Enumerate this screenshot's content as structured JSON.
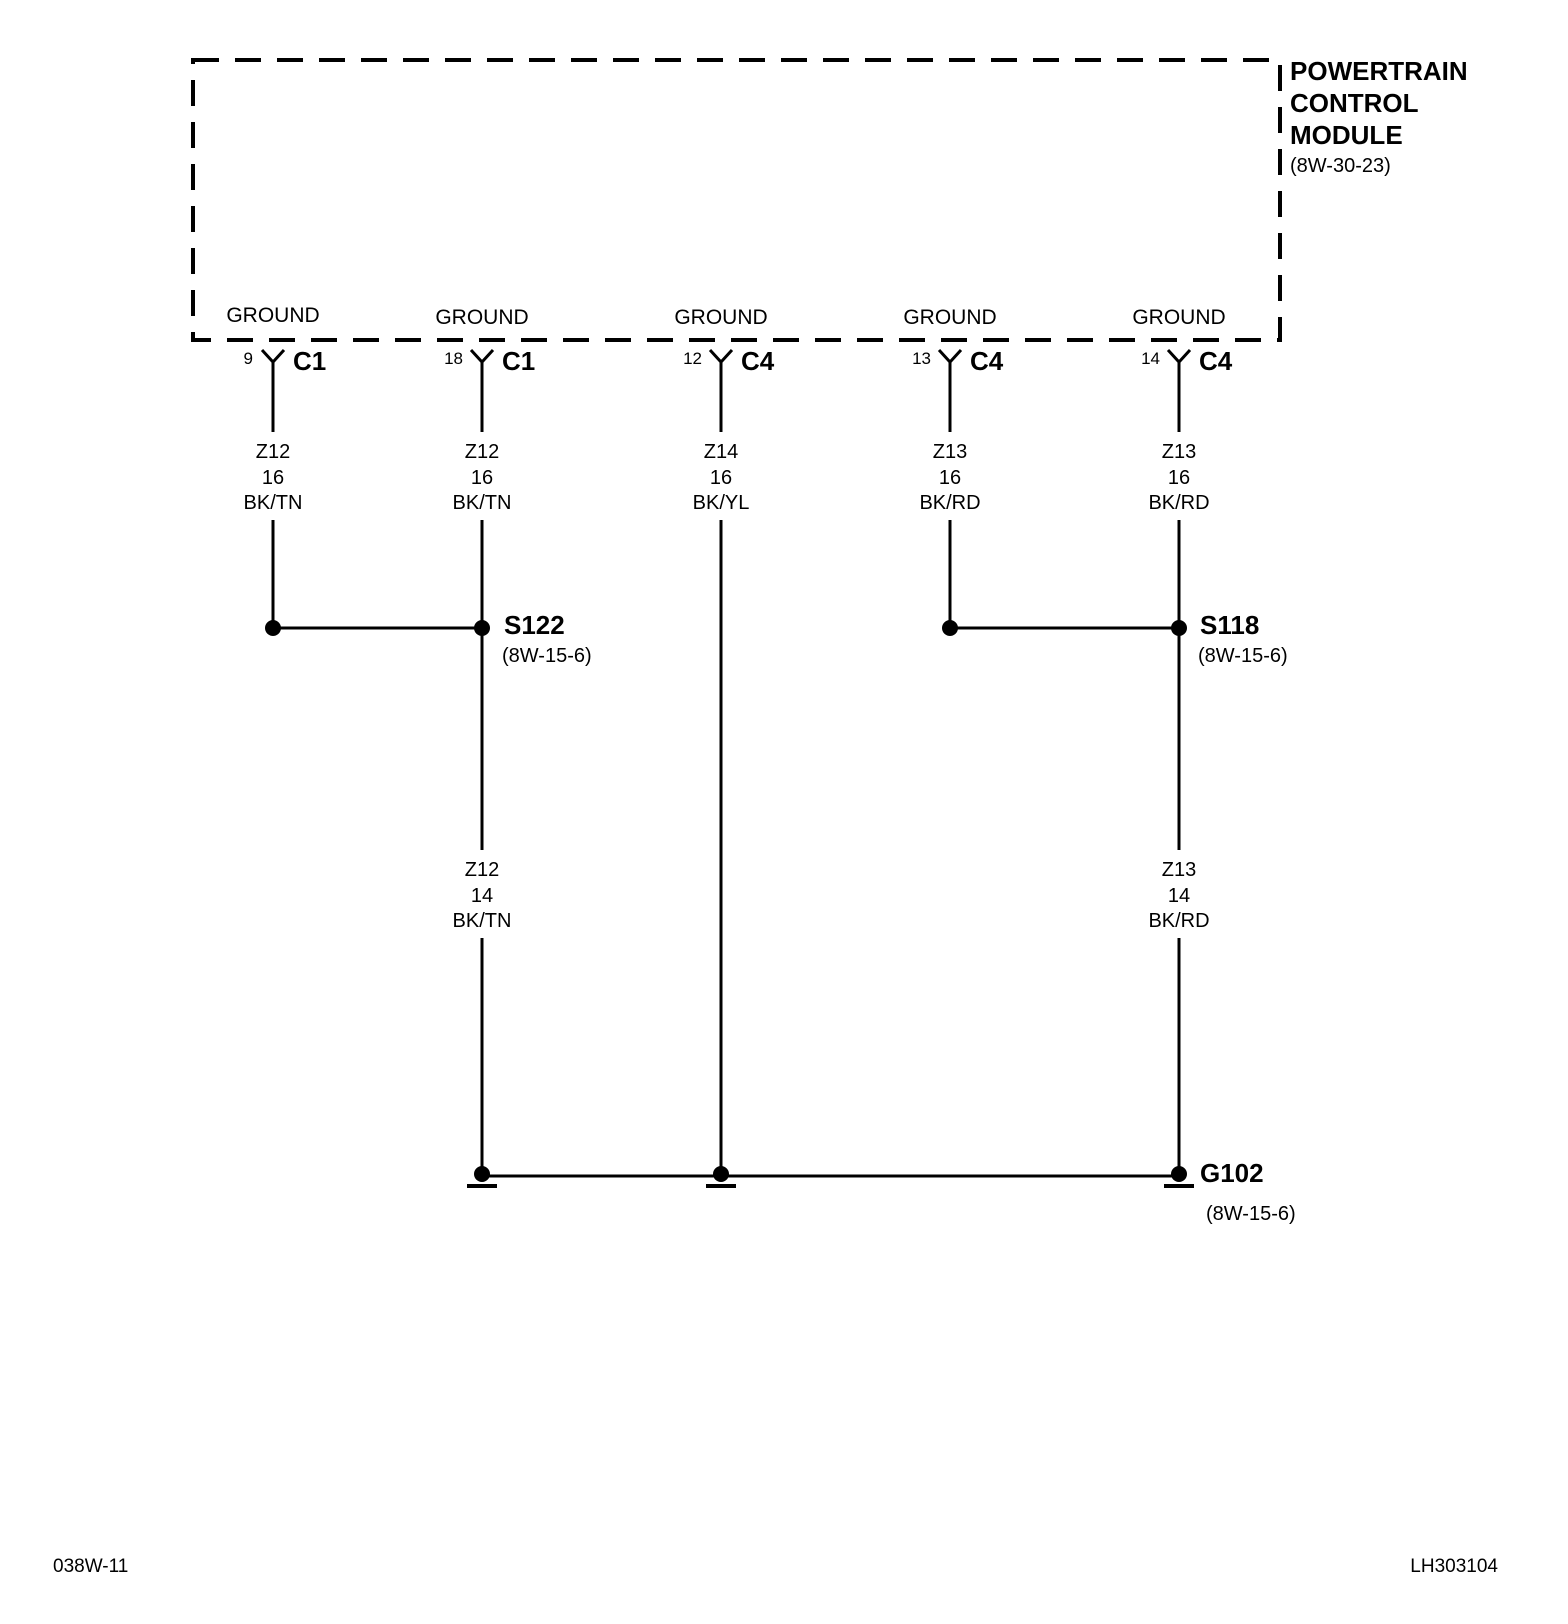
{
  "module": {
    "name_lines": [
      "POWERTRAIN",
      "CONTROL",
      "MODULE"
    ],
    "ref": "(8W-30-23)"
  },
  "pins": [
    {
      "label": "GROUND",
      "pin": "9",
      "connector": "C1",
      "wire": {
        "circuit": "Z12",
        "gauge": "16",
        "color": "BK/TN"
      }
    },
    {
      "label": "GROUND",
      "pin": "18",
      "connector": "C1",
      "wire": {
        "circuit": "Z12",
        "gauge": "16",
        "color": "BK/TN"
      }
    },
    {
      "label": "GROUND",
      "pin": "12",
      "connector": "C4",
      "wire": {
        "circuit": "Z14",
        "gauge": "16",
        "color": "BK/YL"
      }
    },
    {
      "label": "GROUND",
      "pin": "13",
      "connector": "C4",
      "wire": {
        "circuit": "Z13",
        "gauge": "16",
        "color": "BK/RD"
      }
    },
    {
      "label": "GROUND",
      "pin": "14",
      "connector": "C4",
      "wire": {
        "circuit": "Z13",
        "gauge": "16",
        "color": "BK/RD"
      }
    }
  ],
  "splices": [
    {
      "name": "S122",
      "ref": "(8W-15-6)"
    },
    {
      "name": "S118",
      "ref": "(8W-15-6)"
    }
  ],
  "lower_wires": [
    {
      "circuit": "Z12",
      "gauge": "14",
      "color": "BK/TN"
    },
    {
      "circuit": "Z13",
      "gauge": "14",
      "color": "BK/RD"
    }
  ],
  "ground": {
    "name": "G102",
    "ref": "(8W-15-6)"
  },
  "footer": {
    "left": "038W-11",
    "right": "LH303104"
  }
}
